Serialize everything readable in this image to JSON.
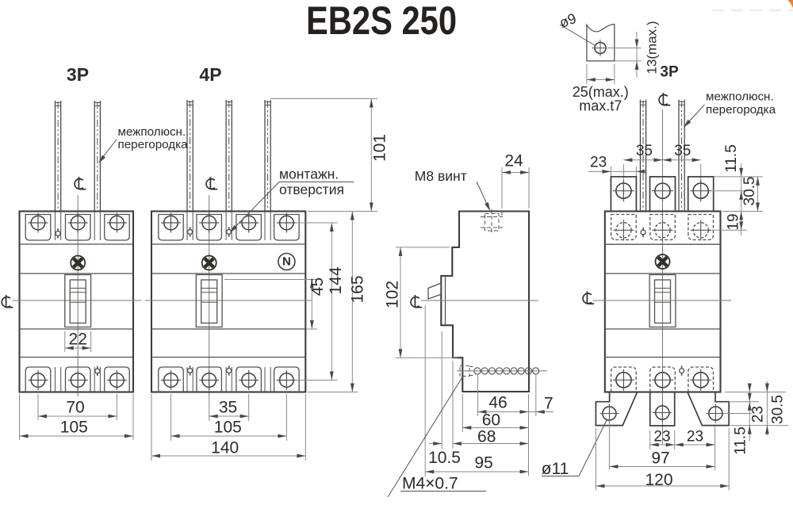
{
  "title": "EB2S 250",
  "accent_color": "#ee7d33",
  "labels": {
    "partition_l1": "межполюсн.",
    "partition_l2": "перегородка",
    "mount_l1": "монтажн.",
    "mount_l2": "отверстия",
    "m8": "М8 винт",
    "m4": "M4×0.7",
    "neutral": "N"
  },
  "views": {
    "front3p": {
      "name": "3P"
    },
    "front4p": {
      "name": "4P"
    },
    "rear3p": {
      "name": "3P"
    }
  },
  "dims": {
    "front3p": {
      "window": "22",
      "screw_pitch_outer": "70",
      "width": "105"
    },
    "front4p": {
      "partition_height": "101",
      "cover_window": "45",
      "screw_rows": "144",
      "height": "165",
      "pole_pitch": "35",
      "screw_pitch_outer": "105",
      "width": "140"
    },
    "side": {
      "top_depth": "24",
      "front_height": "102",
      "m4_to_back": "46",
      "m4_tip": "7",
      "base_depth_60": "60",
      "base_depth_68": "68",
      "handle_offset": "10.5",
      "total_depth": "95"
    },
    "rear": {
      "tab_width": "23",
      "pitch_left": "35",
      "pitch_right": "35",
      "tab_hole": "11.5",
      "tab_height": "30.5",
      "row_offset": "19",
      "foot_center_width": "23",
      "foot_gap": "23",
      "foot_hole_pitch": "97",
      "overall_width": "120",
      "foot_hole_edge": "11.5",
      "foot_height": "23",
      "foot_drop": "30.5",
      "foot_hole_dia": "ø11"
    },
    "detail": {
      "hole_dia": "ø9",
      "width_max": "25(max.)",
      "thickness_max": "max.t7",
      "hole_pos_max": "13(max.)"
    }
  }
}
